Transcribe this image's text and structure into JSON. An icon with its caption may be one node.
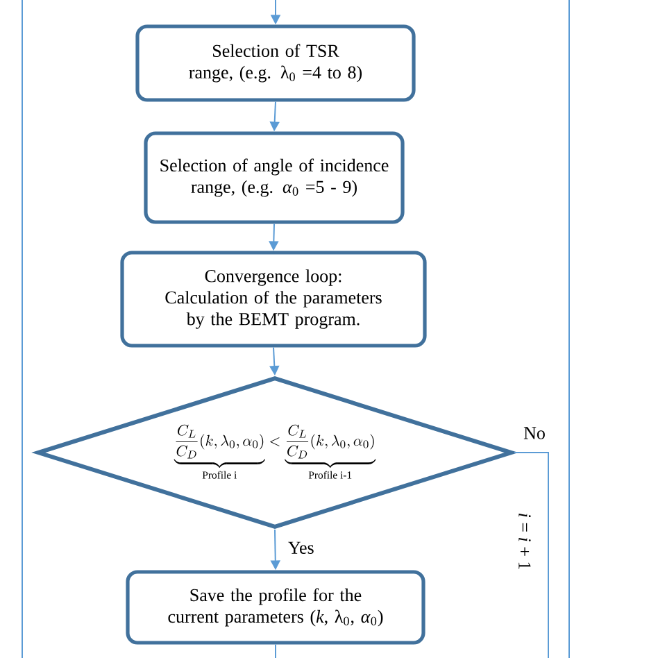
{
  "diagram": {
    "nodes": [
      {
        "text": [
          "Selection of TSR range, (e.g. λ$_{0}$ =4 to 8)"
        ]
      },
      {
        "text": [
          "Selection of angle of incidence range, (e.g. *α*$_{0}$ =5 - 9)"
        ]
      },
      {
        "text": [
          "Convergence loop:",
          "Calculation of the parameters by the BEMT program."
        ]
      },
      {
        "text": [
          "\\underbrace{\\frac{C_L}{C_D}(k,\\lambda_0,\\alpha_0)}_{\\text{Profile i}} < \\underbrace{\\frac{C_L}{C_D}(k,\\lambda_0,\\alpha_0)}_{\\text{Profile i-1}}"
        ]
      },
      {
        "text": [
          "Save the profile for the current parameters (*k*, λ$_{0}$, *α*$_{0}$)"
        ]
      }
    ],
    "edges": [
      {
        "from": null,
        "to": 0,
        "arrow": "to"
      },
      {
        "from": 0,
        "to": 1,
        "arrow": "to"
      },
      {
        "from": 1,
        "to": 2,
        "arrow": "to"
      },
      {
        "from": 2,
        "to": 3,
        "arrow": "to"
      },
      {
        "from": 3,
        "to": 4,
        "arrow": "to",
        "label": "Yes"
      },
      {
        "from": 3,
        "to": null,
        "arrow": "none",
        "label": "No"
      },
      {
        "from": 4,
        "to": null,
        "arrow": "none"
      }
    ],
    "labels": [
      "*i* = *i* + 1"
    ]
  }
}
